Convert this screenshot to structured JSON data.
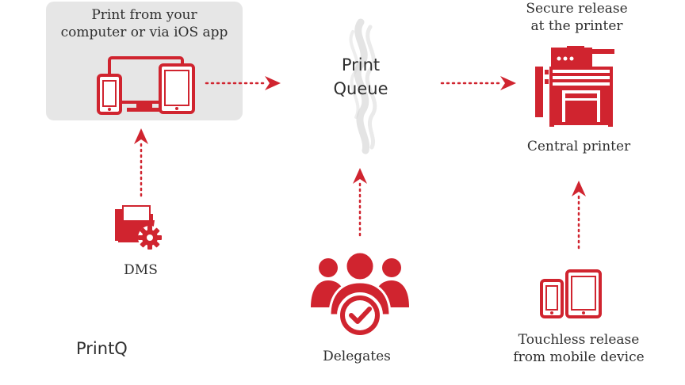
{
  "accent_color": "#d0242f",
  "source": {
    "title_line1": "Print from your",
    "title_line2": "computer or via iOS app",
    "icon": "devices-icon"
  },
  "queue": {
    "line1": "Print",
    "line2": "Queue",
    "icon": "smoke-icon"
  },
  "printer": {
    "top_line1": "Secure release",
    "top_line2": "at the printer",
    "label": "Central printer",
    "icon": "printer-icon"
  },
  "dms": {
    "label": "DMS",
    "icon": "folder-gear-icon"
  },
  "delegates": {
    "label": "Delegates",
    "icon": "group-check-icon"
  },
  "mobile": {
    "line1": "Touchless release",
    "line2": "from mobile device",
    "icon": "phone-tablet-icon"
  },
  "brand": {
    "name": "PrintQ"
  }
}
